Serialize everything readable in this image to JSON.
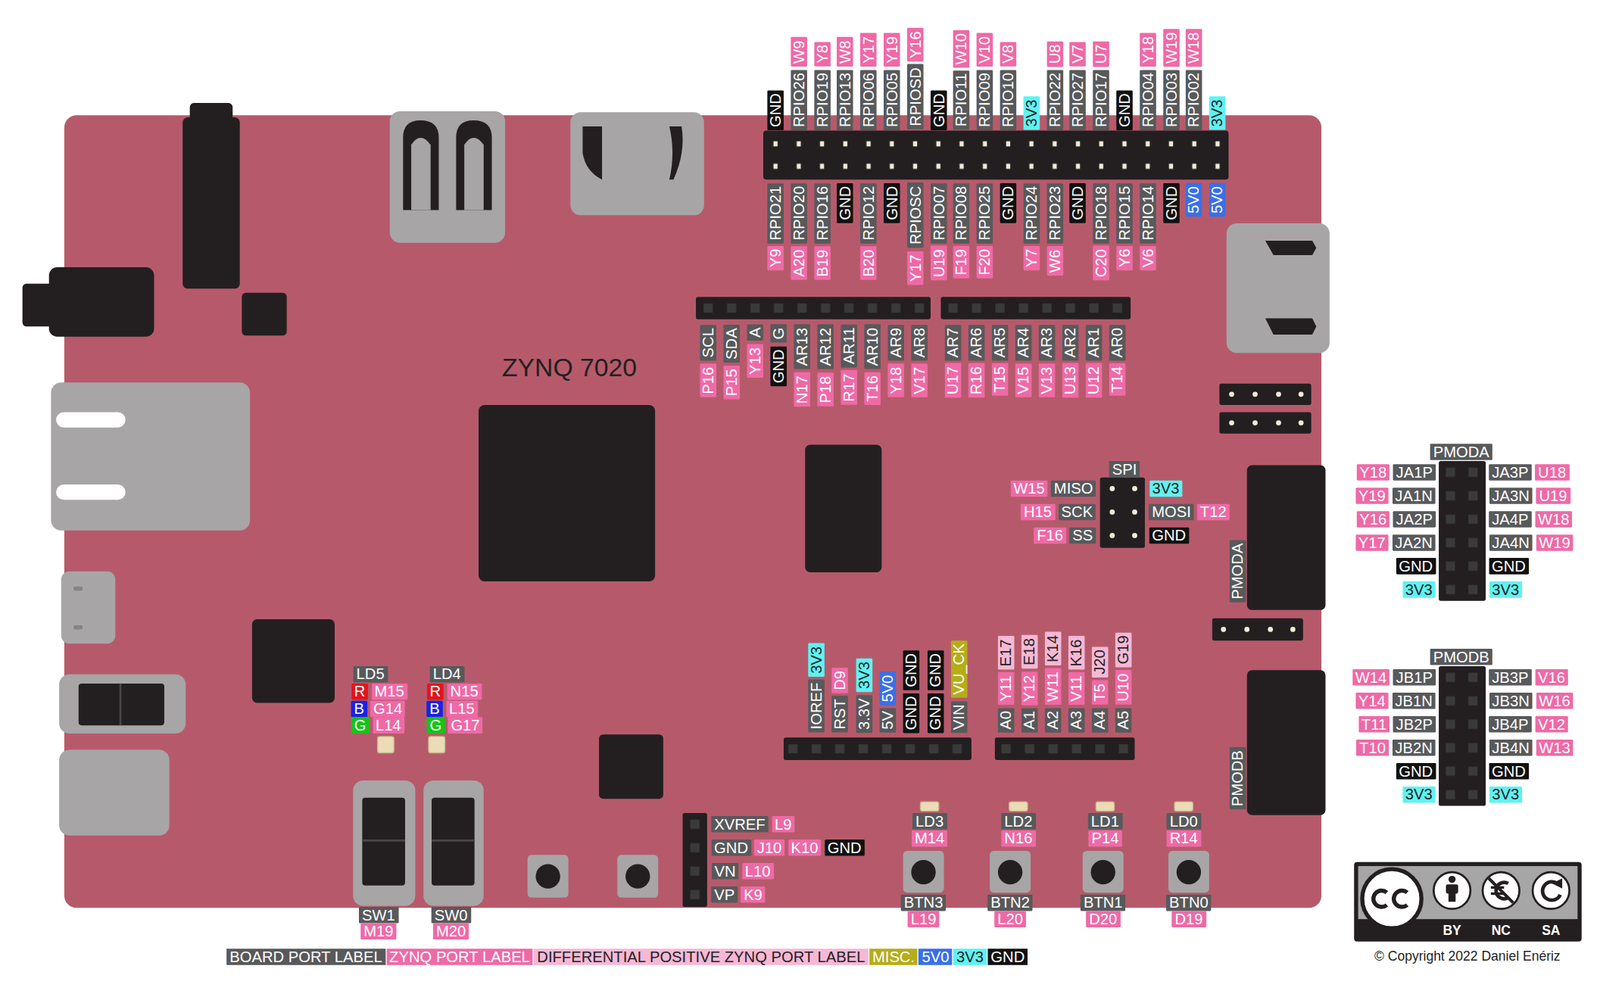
{
  "diagram": {
    "labels": [
      "GND",
      "RPIO26",
      "W9",
      "RPIO19",
      "Y8",
      "RPIO13",
      "W8",
      "RPIO06",
      "Y17",
      "RPIO05",
      "Y19",
      "RPIOSD",
      "Y16",
      "GND",
      "RPIO11",
      "W10",
      "RPIO09",
      "V10",
      "RPIO10",
      "V8",
      "3V3",
      "RPIO22",
      "U8",
      "RPIO27",
      "V7",
      "RPIO17",
      "U7",
      "GND",
      "RPIO04",
      "Y18",
      "RPIO03",
      "W19",
      "RPIO02",
      "W18",
      "3V3",
      "RPIO21",
      "Y9",
      "RPIO20",
      "A20",
      "RPIO16",
      "B19",
      "GND",
      "RPIO12",
      "B20",
      "GND",
      "RPIOSC",
      "Y17",
      "RPIO07",
      "U19",
      "RPIO08",
      "F19",
      "RPIO25",
      "F20",
      "GND",
      "RPIO24",
      "Y7",
      "RPIO23",
      "W6",
      "GND",
      "RPIO18",
      "C20",
      "RPIO15",
      "Y6",
      "RPIO14",
      "V6",
      "GND",
      "5V0",
      "5V0",
      "ZYNQ 7020",
      "SCL",
      "P16",
      "SDA",
      "P15",
      "A",
      "Y13",
      "G",
      "GND",
      "AR13",
      "N17",
      "AR12",
      "P18",
      "AR11",
      "R17",
      "AR10",
      "T16",
      "AR9",
      "Y18",
      "AR8",
      "V17",
      "AR7",
      "U17",
      "AR6",
      "R16",
      "AR5",
      "T15",
      "AR4",
      "V15",
      "AR3",
      "V13",
      "AR2",
      "U13",
      "AR1",
      "U12",
      "AR0",
      "T14",
      "SPI",
      "MISO",
      "W15",
      "3V3",
      "SCK",
      "H15",
      "MOSI",
      "T12",
      "SS",
      "F16",
      "GND",
      "PMODA",
      "PMODA",
      "JA1P",
      "Y18",
      "JA3P",
      "U18",
      "JA1N",
      "Y19",
      "JA3N",
      "U19",
      "JA2P",
      "Y16",
      "JA4P",
      "W18",
      "JA2N",
      "Y17",
      "JA4N",
      "W19",
      "GND",
      "GND",
      "3V3",
      "3V3",
      "LD5",
      "R",
      "M15",
      "B",
      "G14",
      "G",
      "L14",
      "LD4",
      "R",
      "N15",
      "B",
      "L15",
      "G",
      "G17",
      "IOREF",
      "3V3",
      "RST",
      "D9",
      "3.3V",
      "3V3",
      "5V",
      "5V0",
      "GND",
      "GND",
      "GND",
      "GND",
      "VIN",
      "VU_CK",
      "A0",
      "Y11",
      "E17",
      "A1",
      "Y12",
      "E18",
      "A2",
      "W11",
      "K14",
      "A3",
      "V11",
      "K16",
      "A4",
      "T5",
      "J20",
      "A5",
      "U10",
      "G19",
      "PMODB",
      "PMODB",
      "JB1P",
      "W14",
      "JB3P",
      "V16",
      "JB1N",
      "Y14",
      "JB3N",
      "W16",
      "JB2P",
      "T11",
      "JB4P",
      "V12",
      "JB2N",
      "T10",
      "JB4N",
      "W13",
      "GND",
      "GND",
      "3V3",
      "3V3",
      "XVREF",
      "L9",
      "GND",
      "J10",
      "K10",
      "GND",
      "VN",
      "L10",
      "VP",
      "K9",
      "LD3",
      "M14",
      "LD2",
      "N16",
      "LD1",
      "P14",
      "LD0",
      "R14",
      "BTN3",
      "L19",
      "BTN2",
      "L20",
      "BTN1",
      "D20",
      "BTN0",
      "D19",
      "SW1",
      "M19",
      "SW0",
      "M20",
      "BY",
      "NC",
      "SA",
      "© Copyright 2022 Daniel Enériz"
    ],
    "legend": [
      {
        "text": "BOARD PORT LABEL",
        "color": "#58595b"
      },
      {
        "text": "ZYNQ PORT LABEL",
        "color": "#ee6aa7"
      },
      {
        "text": "DIFFERENTIAL POSITIVE ZYNQ PORT LABEL",
        "color": "#f6b8d5"
      },
      {
        "text": "MISC.",
        "color": "#b5ad19"
      },
      {
        "text": "5V0",
        "color": "#3a6fe6"
      },
      {
        "text": "3V3",
        "color": "#5ff2f2"
      },
      {
        "text": "GND",
        "color": "#111111"
      }
    ]
  }
}
